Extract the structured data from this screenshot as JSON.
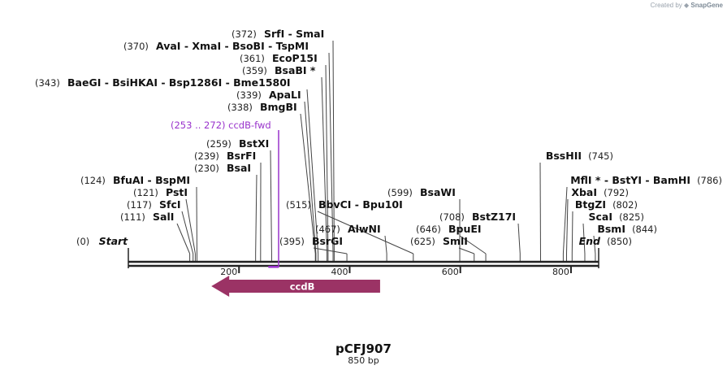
{
  "credit": {
    "prefix": "Created by",
    "brand": "SnapGene"
  },
  "plasmid": {
    "name": "pCFJ907",
    "length_label": "850 bp"
  },
  "backbone": {
    "start": 0,
    "end": 850
  },
  "ruler": {
    "ticks": [
      200,
      400,
      600,
      800
    ]
  },
  "colors": {
    "feature": "#9b3365",
    "primer": "#9933cc",
    "enzyme": "#111111",
    "site_line": "#444444"
  },
  "feature": {
    "name": "ccdB",
    "start": 150,
    "end": 455,
    "direction": "left"
  },
  "primer": {
    "label": "(253 .. 272)  ccdB-fwd",
    "start": 253,
    "end": 272
  },
  "markers": [
    {
      "pos": "(0)",
      "name": "Start",
      "italic": true
    },
    {
      "pos": "(850)",
      "name": "End",
      "italic": true
    }
  ],
  "sites": [
    {
      "pos": "(111)",
      "name": "SalI"
    },
    {
      "pos": "(117)",
      "name": "SfcI"
    },
    {
      "pos": "(121)",
      "name": "PstI"
    },
    {
      "pos": "(124)",
      "name": "BfuAI  - BspMI"
    },
    {
      "pos": "(230)",
      "name": "BsaI"
    },
    {
      "pos": "(239)",
      "name": "BsrFI"
    },
    {
      "pos": "(259)",
      "name": "BstXI"
    },
    {
      "pos": "(338)",
      "name": "BmgBI"
    },
    {
      "pos": "(339)",
      "name": "ApaLI"
    },
    {
      "pos": "(343)",
      "name": "BaeGI  - BsiHKAI  - Bsp1286I  - Bme1580I"
    },
    {
      "pos": "(359)",
      "name": "BsaBI *"
    },
    {
      "pos": "(361)",
      "name": "EcoP15I"
    },
    {
      "pos": "(370)",
      "name": "AvaI  - XmaI  - BsoBI  - TspMI"
    },
    {
      "pos": "(372)",
      "name": "SrfI  - SmaI"
    },
    {
      "pos": "(395)",
      "name": "BsrGI"
    },
    {
      "pos": "(467)",
      "name": "AlwNI"
    },
    {
      "pos": "(515)",
      "name": "BbvCI  - Bpu10I"
    },
    {
      "pos": "(599)",
      "name": "BsaWI"
    },
    {
      "pos": "(625)",
      "name": "SmlI"
    },
    {
      "pos": "(646)",
      "name": "BpuEI"
    },
    {
      "pos": "(708)",
      "name": "BstZ17I"
    },
    {
      "pos": "(745)",
      "name": "BssHII"
    },
    {
      "pos": "(786)",
      "name": "MflI *  - BstYI  - BamHI"
    },
    {
      "pos": "(792)",
      "name": "XbaI"
    },
    {
      "pos": "(802)",
      "name": "BtgZI"
    },
    {
      "pos": "(825)",
      "name": "ScaI"
    },
    {
      "pos": "(844)",
      "name": "BsmI"
    }
  ]
}
